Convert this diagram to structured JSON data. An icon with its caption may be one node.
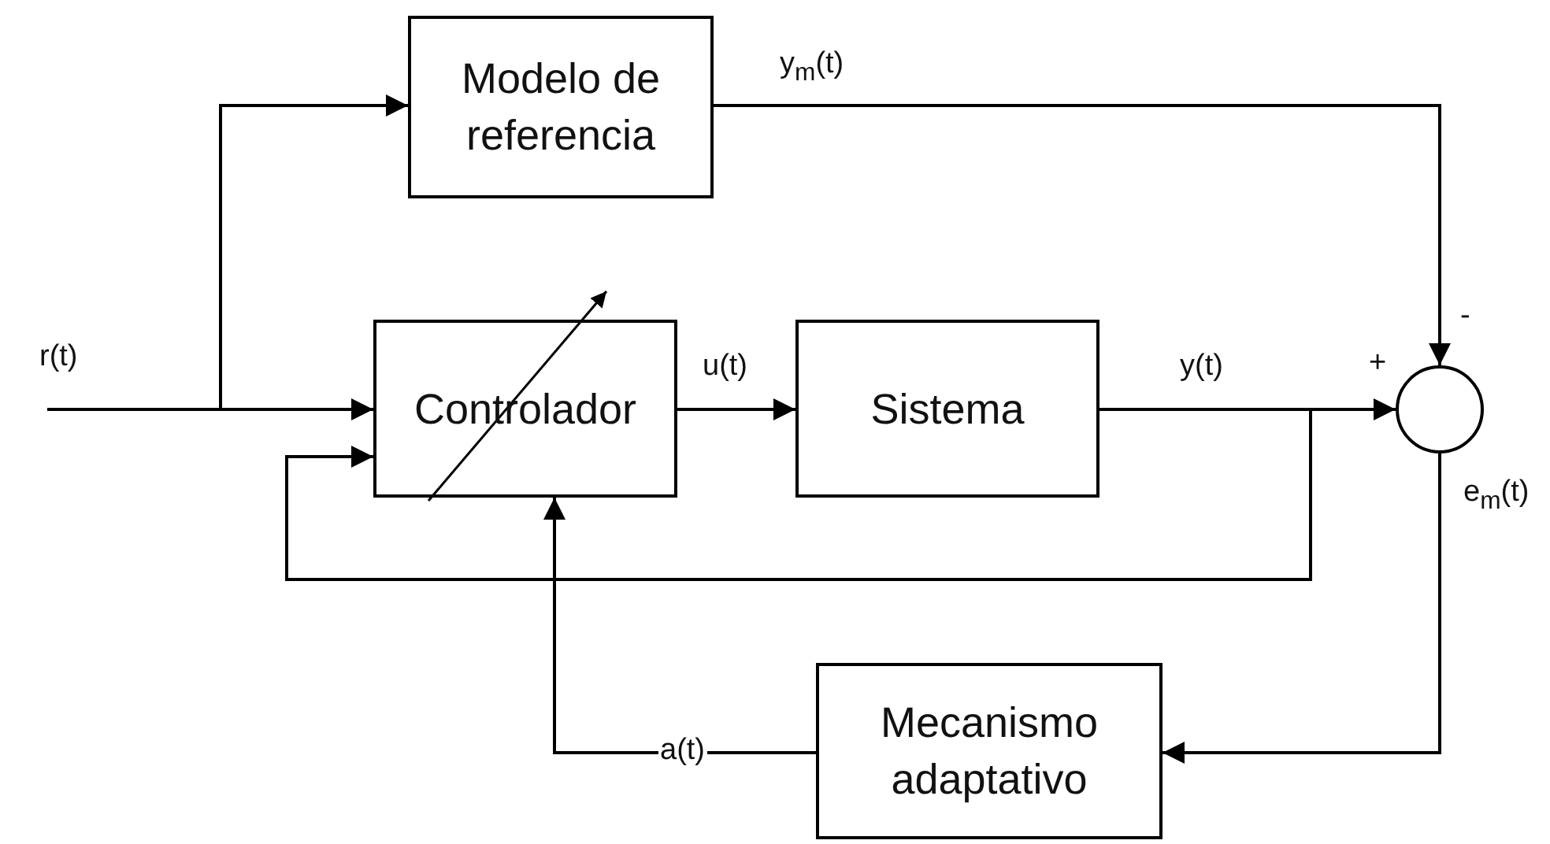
{
  "diagram": {
    "nodes": [
      {
        "text": [
          "Modelo de referencia"
        ]
      },
      {
        "text": [
          "Controlador"
        ]
      },
      {
        "text": [
          "Sistema"
        ]
      },
      {
        "text": [],
        "shape": "circle"
      },
      {
        "text": [
          "Mecanismo adaptativo"
        ]
      }
    ],
    "edges": [
      {
        "from": null,
        "to": 1,
        "arrow": "to",
        "label": "r(t)"
      },
      {
        "from": null,
        "to": 0,
        "arrow": "to"
      },
      {
        "from": 0,
        "to": 3,
        "arrow": "to",
        "label": "y$_{m}$(t)"
      },
      {
        "from": 1,
        "to": 2,
        "arrow": "to",
        "label": "u(t)"
      },
      {
        "from": 2,
        "to": 3,
        "arrow": "to",
        "label": "y(t)"
      },
      {
        "from": 2,
        "to": 1,
        "arrow": "to"
      },
      {
        "from": 3,
        "to": 4,
        "arrow": "to",
        "label": "e$_{m}$(t)"
      },
      {
        "from": 4,
        "to": 1,
        "arrow": "to",
        "label": "a(t)"
      }
    ],
    "labels": [
      "-",
      "+"
    ]
  }
}
